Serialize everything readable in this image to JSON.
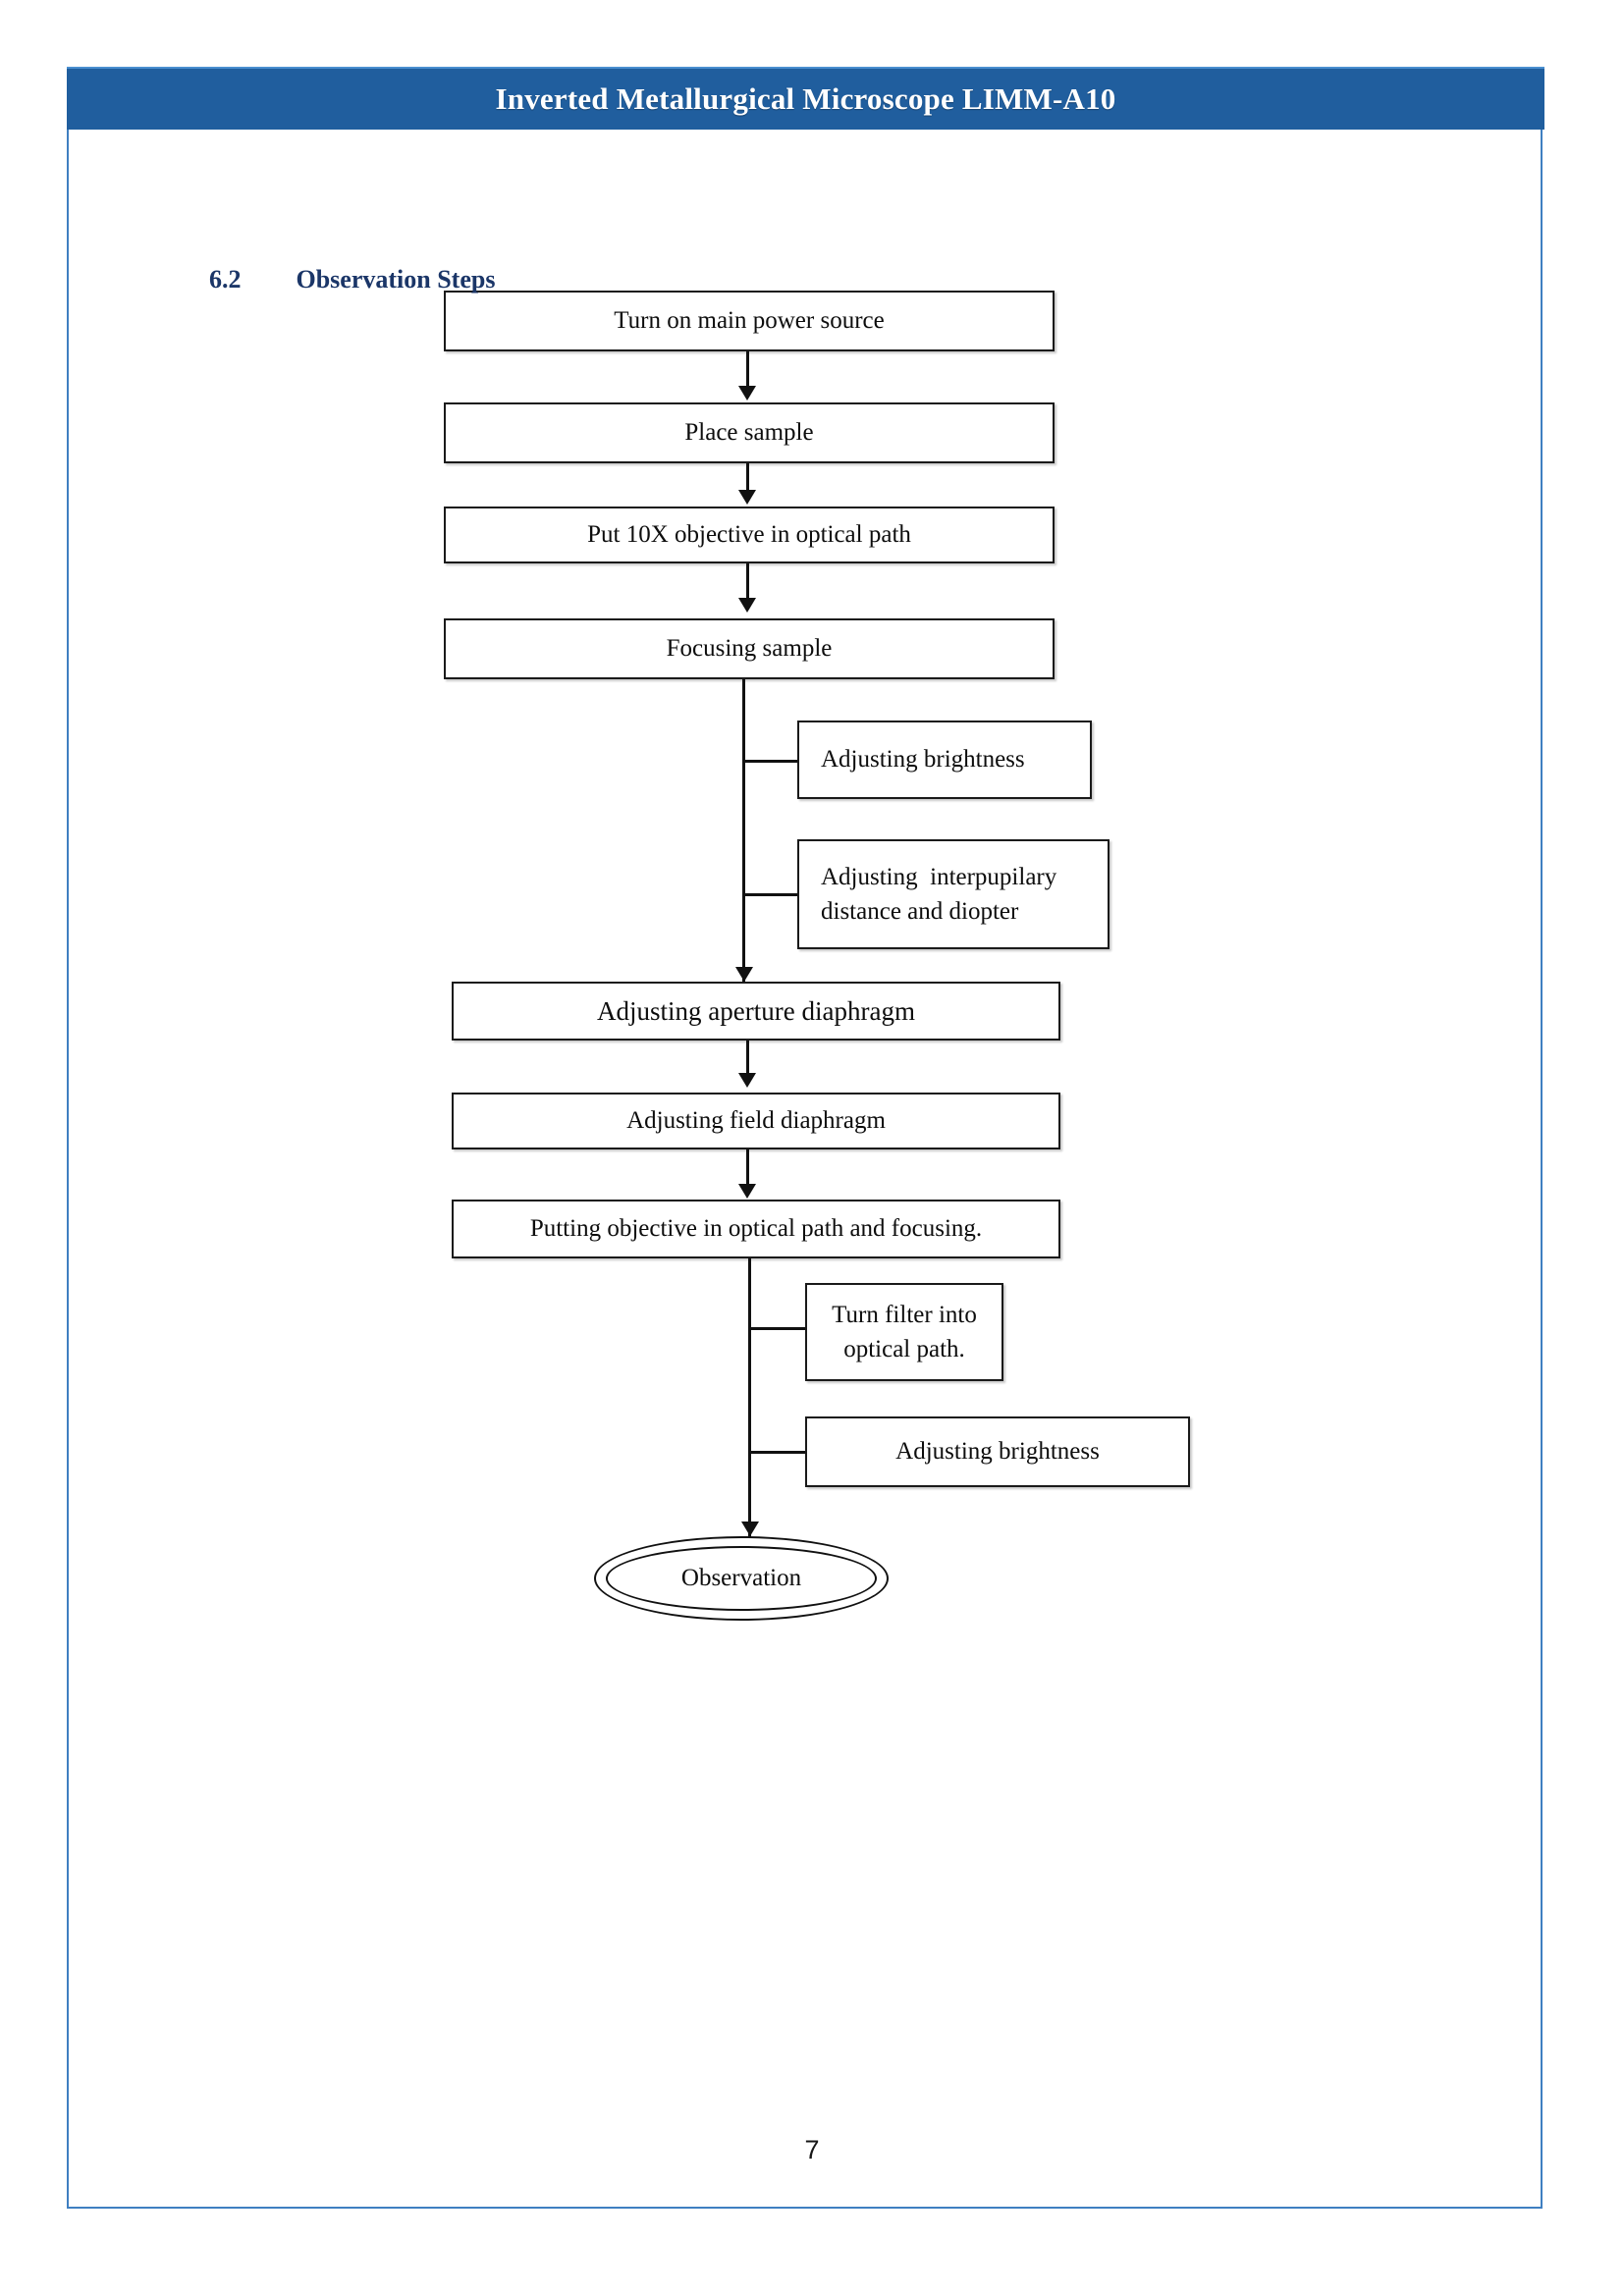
{
  "header": {
    "title": "Inverted Metallurgical Microscope LIMM-A10",
    "banner_color": "#205E9E"
  },
  "section": {
    "number": "6.2",
    "title": "Observation Steps",
    "heading_color": "#1B3668"
  },
  "flowchart": {
    "type": "flowchart",
    "orientation": "top-to-bottom",
    "main_steps": [
      {
        "id": "step1",
        "label": "Turn on main power source"
      },
      {
        "id": "step2",
        "label": "Place sample"
      },
      {
        "id": "step3",
        "label": "Put 10X objective in optical path"
      },
      {
        "id": "step4",
        "label": "Focusing sample"
      },
      {
        "id": "step5",
        "label": "Adjusting aperture diaphragm"
      },
      {
        "id": "step6",
        "label": "Adjusting field diaphragm"
      },
      {
        "id": "step7",
        "label": "Putting objective in optical path and focusing."
      }
    ],
    "branch_steps": [
      {
        "id": "branch1",
        "label": "Adjusting brightness",
        "attached_after": "step4"
      },
      {
        "id": "branch2",
        "line1": "Adjusting  interpupilary",
        "line2": "distance and diopter",
        "attached_after": "step4"
      },
      {
        "id": "branch3",
        "line1": "Turn filter into",
        "line2": "optical path.",
        "attached_after": "step7"
      },
      {
        "id": "branch4",
        "label": "Adjusting brightness",
        "attached_after": "step7"
      }
    ],
    "terminator": {
      "id": "end",
      "label": "Observation",
      "shape": "double-ellipse"
    }
  },
  "footer": {
    "page_number": "7"
  }
}
